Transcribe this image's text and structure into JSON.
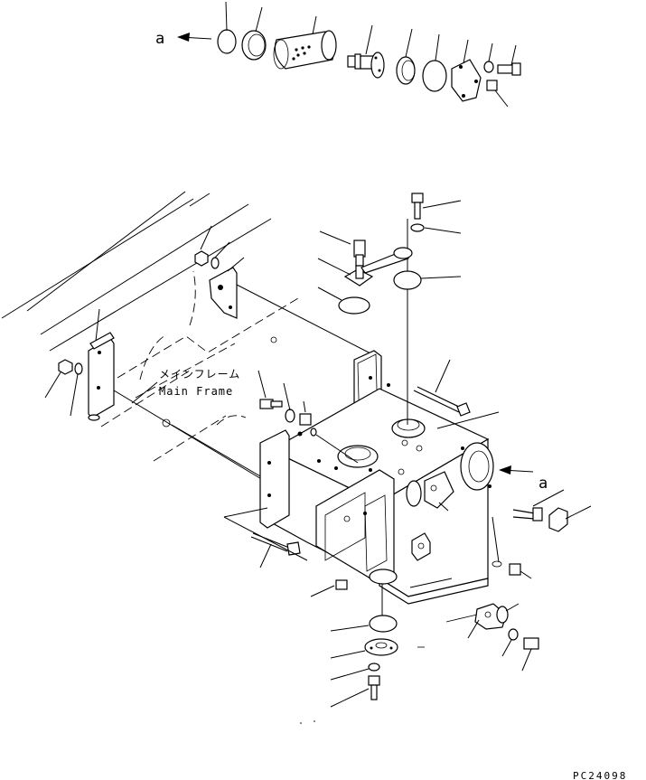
{
  "diagram": {
    "marker_top": "a",
    "marker_right": "a",
    "frame_label_jp": "メインフレーム",
    "frame_label_en": "Main Frame",
    "drawing_code": "PC24098"
  }
}
